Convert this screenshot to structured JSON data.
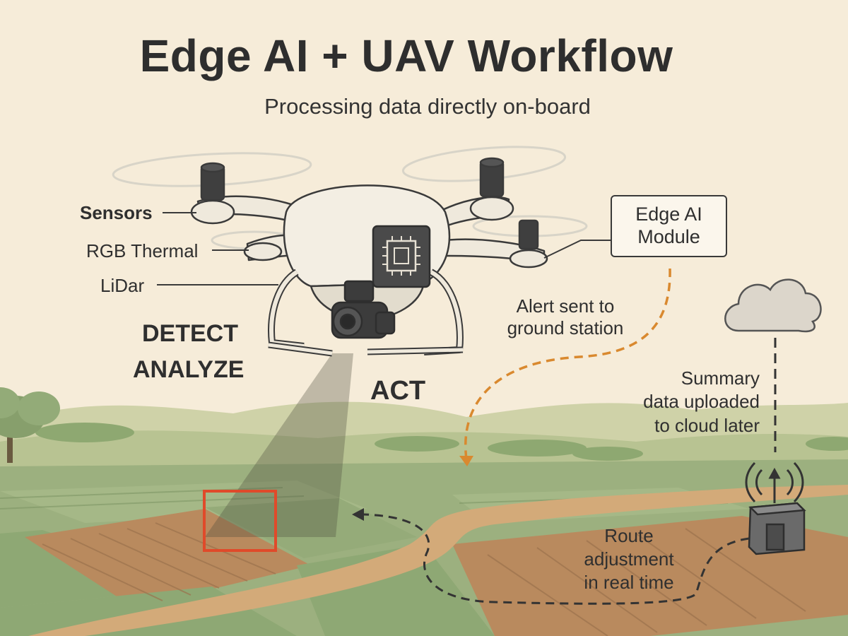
{
  "header": {
    "title": "Edge AI + UAV Workflow",
    "subtitle": "Processing data directly on-board"
  },
  "sensor_labels": {
    "sensors": "Sensors",
    "rgb_thermal": "RGB Thermal",
    "lidar": "LiDar"
  },
  "stages": {
    "detect": "DETECT",
    "analyze": "ANALYZE",
    "act": "ACT"
  },
  "module": {
    "line1": "Edge AI",
    "line2": "Module"
  },
  "alert": {
    "line1": "Alert sent to",
    "line2": "ground station"
  },
  "cloud_note": {
    "line1": "Summary",
    "line2": "data uploaded",
    "line3": "to cloud later"
  },
  "route_note": {
    "line1": "Route",
    "line2": "adjustment",
    "line3": "in real time"
  },
  "colors": {
    "background": "#f6ecd9",
    "field_green": "#8ea874",
    "field_brown": "#b98a5e",
    "path_tan": "#d3aa79",
    "alert_arrow": "#d9892f",
    "detection_box": "#e04a2a",
    "outline": "#3a3a3a"
  },
  "icons": [
    "drone-icon",
    "chip-icon",
    "camera-icon",
    "cloud-icon",
    "ground-station-icon",
    "antenna-signal-icon",
    "tree-icon"
  ]
}
